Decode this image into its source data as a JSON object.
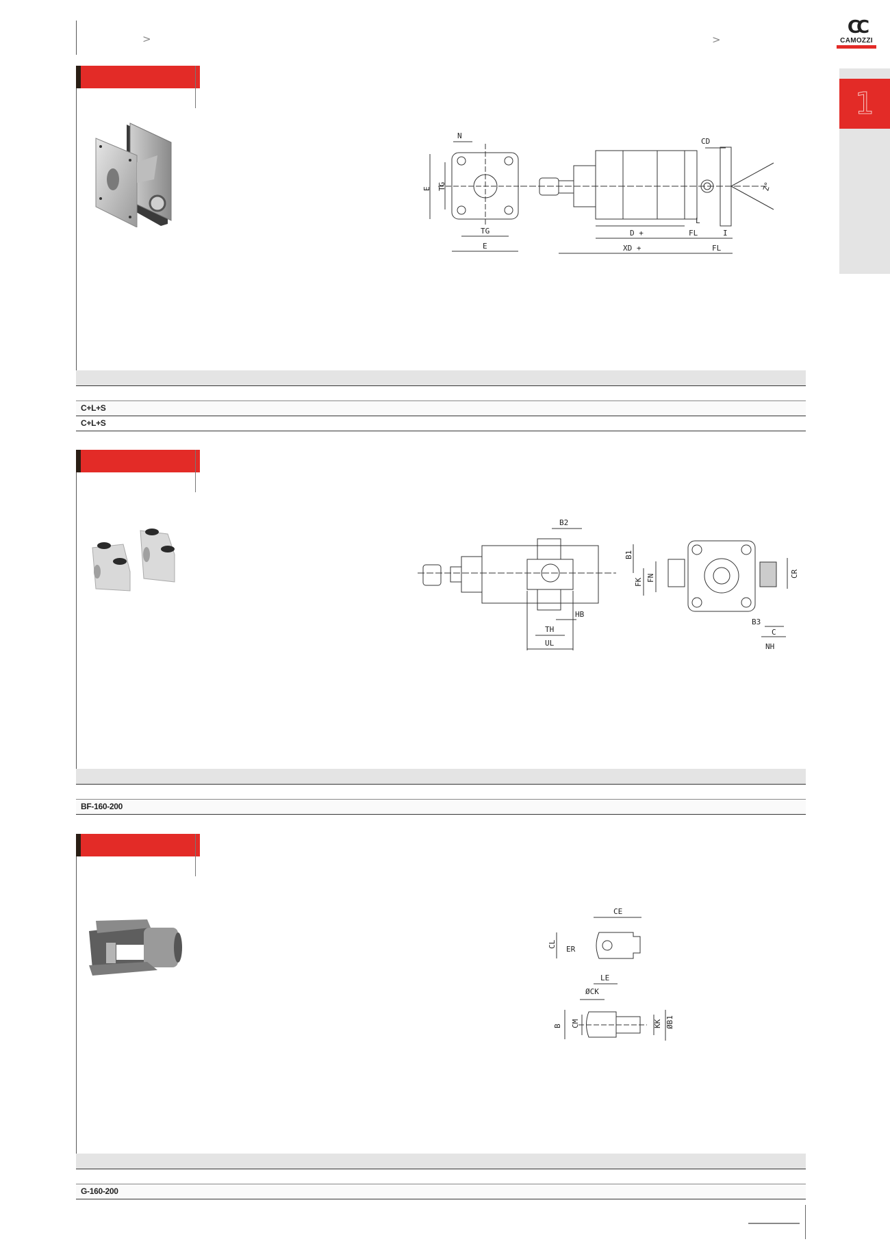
{
  "header": {
    "breadcrumb_separator_left": ">",
    "breadcrumb_separator_right": ">",
    "brand": {
      "logo_mark": "CC",
      "name": "CAMOZZI",
      "accent_color": "#e32b27"
    },
    "chapter_tab": {
      "number": "1"
    }
  },
  "sections": [
    {
      "id": "rear-hinge",
      "header_color": "#e32b27",
      "photo": "rear-hinge-bracket-photo",
      "drawing_labels": [
        "N",
        "E",
        "TG",
        "TG",
        "E",
        "CD",
        "Z°",
        "L",
        "D +",
        "FL",
        "I",
        "XD +",
        "FL"
      ],
      "table": {
        "rows": [
          {
            "code": ""
          },
          {
            "code": "C+L+S"
          },
          {
            "code": "C+L+S"
          }
        ]
      }
    },
    {
      "id": "trunnion-block",
      "header_color": "#e32b27",
      "photo": "trunnion-block-pair-photo",
      "drawing_labels": [
        "B2",
        "B1",
        "FK",
        "FN",
        "HB",
        "TH",
        "UL",
        "CR",
        "B3",
        "C",
        "NH"
      ],
      "table": {
        "rows": [
          {
            "code": ""
          },
          {
            "code": "BF-160-200"
          }
        ]
      }
    },
    {
      "id": "rod-clevis",
      "header_color": "#e32b27",
      "photo": "rod-clevis-photo",
      "drawing_labels": [
        "CE",
        "CL",
        "ER",
        "LE",
        "ØCK",
        "B",
        "CM",
        "KK",
        "ØB1"
      ],
      "table": {
        "rows": [
          {
            "code": ""
          },
          {
            "code": "G-160-200"
          }
        ]
      }
    }
  ],
  "footer": {
    "page_number": ""
  }
}
